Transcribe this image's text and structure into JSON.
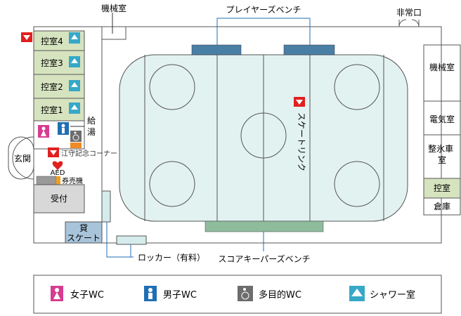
{
  "labels": {
    "kikaishitsu_top": "機械室",
    "player_bench": "プレイヤーズベンチ",
    "emergency_exit": "非常口",
    "kikaishitsu_right": "機械室",
    "denkishitsu": "電気室",
    "seihyoshako": "整氷車\n室",
    "hikae_right": "控室",
    "souko": "倉庫",
    "hikae4": "控室4",
    "hikae3": "控室3",
    "hikae2": "控室2",
    "hikae1": "控室1",
    "kyuto": "給\n湯",
    "genkan": "玄関",
    "etori_corner": "江守記念コーナー",
    "aed": "AED",
    "kenbaiki": "券売機",
    "uketsuke": "受付",
    "kashi_skate": "貸\nスケート",
    "locker": "ロッカー（有料）",
    "goalkeeper_bench": "スコアキーパーズベンチ",
    "skate_rink": "スケートリンク"
  },
  "legend": [
    {
      "label": "女子WC",
      "icon": "female-toilet-icon",
      "color": "#d63c8f"
    },
    {
      "label": "男子WC",
      "icon": "male-toilet-icon",
      "color": "#1f6fb4"
    },
    {
      "label": "多目的WC",
      "icon": "wheelchair-icon",
      "color": "#6d6d6d"
    },
    {
      "label": "シャワー室",
      "icon": "shower-icon",
      "color": "#36a8c8"
    }
  ],
  "colors": {
    "rink_fill": "#e2f2f0",
    "room_green": "#d6e3bf",
    "bench_blue": "#4a7fa5",
    "bench_green": "#8fbc9c",
    "locker_fill": "#d5ecec",
    "marker_red": "#e02020",
    "line": "#444444"
  }
}
